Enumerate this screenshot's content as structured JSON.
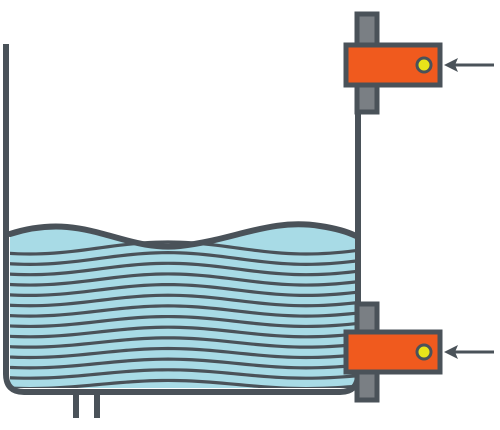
{
  "diagram": {
    "subject": "liquid-level-sensors-on-tank",
    "components": [
      {
        "name": "tank",
        "kind": "open-vessel"
      },
      {
        "name": "liquid",
        "kind": "wavy-fill"
      },
      {
        "name": "drain-pipe",
        "kind": "outlet-pipe"
      },
      {
        "name": "upper-sensor",
        "kind": "level-switch",
        "position": "high"
      },
      {
        "name": "lower-sensor",
        "kind": "level-switch",
        "position": "low"
      }
    ]
  },
  "colors": {
    "outline": "#4a5259",
    "liquid": "#a8dbe6",
    "sensor_body": "#f05a1e",
    "sensor_indicator": "#e8e41a",
    "bracket": "#7a7f84",
    "background": "#ffffff"
  }
}
